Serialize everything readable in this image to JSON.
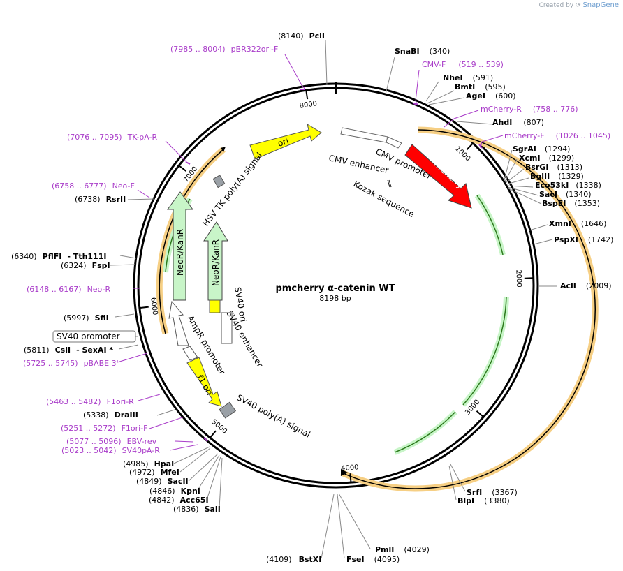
{
  "credit": {
    "prefix": "Created by",
    "brand": "SnapGene"
  },
  "plasmid": {
    "name": "pmcherry α-catenin WT",
    "length_label": "8198 bp",
    "length": 8198
  },
  "ticks": [
    {
      "label": "1000",
      "pos": 1000
    },
    {
      "label": "2000",
      "pos": 2000
    },
    {
      "label": "3000",
      "pos": 3000
    },
    {
      "label": "4000",
      "pos": 4000
    },
    {
      "label": "5000",
      "pos": 5000
    },
    {
      "label": "6000",
      "pos": 6000
    },
    {
      "label": "7000",
      "pos": 7000
    },
    {
      "label": "8000",
      "pos": 8000
    }
  ],
  "colors": {
    "mCherry": "#ff0000",
    "ori": "#ffff00",
    "f1ori": "#ffff00",
    "NeoR": "#c8f5c8",
    "promoter": "#ffffff",
    "polyA": "#9aa0a6",
    "orf": "#f0b050",
    "primer": "#a93cc9"
  },
  "enzymes_right": [
    {
      "name": "PciI",
      "pos": "(8140)"
    },
    {
      "name": "SnaBI",
      "pos": "(340)"
    },
    {
      "name": "NheI",
      "pos": "(591)"
    },
    {
      "name": "BmtI",
      "pos": "(595)"
    },
    {
      "name": "AgeI",
      "pos": "(600)"
    },
    {
      "name": "AhdI",
      "pos": "(807)"
    },
    {
      "name": "SgrAI",
      "pos": "(1294)"
    },
    {
      "name": "XcmI",
      "pos": "(1299)"
    },
    {
      "name": "BsrGI",
      "pos": "(1313)"
    },
    {
      "name": "BglII",
      "pos": "(1329)"
    },
    {
      "name": "Eco53kI",
      "pos": "(1338)"
    },
    {
      "name": "SacI",
      "pos": "(1340)"
    },
    {
      "name": "BspEI",
      "pos": "(1353)"
    },
    {
      "name": "XmnI",
      "pos": "(1646)"
    },
    {
      "name": "PspXI",
      "pos": "(1742)"
    },
    {
      "name": "AclI",
      "pos": "(2009)"
    },
    {
      "name": "SrfI",
      "pos": "(3367)"
    },
    {
      "name": "BlpI",
      "pos": "(3380)"
    },
    {
      "name": "PmlI",
      "pos": "(4029)"
    },
    {
      "name": "FseI",
      "pos": "(4095)"
    },
    {
      "name": "BstXI",
      "pos": "(4109)"
    }
  ],
  "enzymes_left": [
    {
      "name": "RsrII",
      "pos": "(6738)"
    },
    {
      "name": "PflFI",
      "pos": "(6340)",
      "extra": "- Tth111I"
    },
    {
      "name": "FspI",
      "pos": "(6324)"
    },
    {
      "name": "SfiI",
      "pos": "(5997)"
    },
    {
      "name": "CsiI",
      "pos": "(5811)",
      "extra": "- SexAI *"
    },
    {
      "name": "DraIII",
      "pos": "(5338)"
    },
    {
      "name": "HpaI",
      "pos": "(4985)"
    },
    {
      "name": "MfeI",
      "pos": "(4972)"
    },
    {
      "name": "SacII",
      "pos": "(4849)"
    },
    {
      "name": "KpnI",
      "pos": "(4846)"
    },
    {
      "name": "Acc65I",
      "pos": "(4842)"
    },
    {
      "name": "SalI",
      "pos": "(4836)"
    }
  ],
  "primers": [
    {
      "range": "(7985 .. 8004)",
      "name": "pBR322ori-F"
    },
    {
      "range": "(519 .. 539)",
      "name": "CMV-F"
    },
    {
      "range": "(758 .. 776)",
      "name": "mCherry-R"
    },
    {
      "range": "(1026 .. 1045)",
      "name": "mCherry-F"
    },
    {
      "range": "(7076 .. 7095)",
      "name": "TK-pA-R"
    },
    {
      "range": "(6758 .. 6777)",
      "name": "Neo-F"
    },
    {
      "range": "(6148 .. 6167)",
      "name": "Neo-R"
    },
    {
      "range": "(5725 .. 5745)",
      "name": "pBABE 3'"
    },
    {
      "range": "(5463 .. 5482)",
      "name": "F1ori-R"
    },
    {
      "range": "(5251 .. 5272)",
      "name": "F1ori-F"
    },
    {
      "range": "(5077 .. 5096)",
      "name": "EBV-rev"
    },
    {
      "range": "(5023 .. 5042)",
      "name": "SV40pA-R"
    }
  ],
  "boxed_label": "SV40 promoter",
  "features": {
    "ori": "ori",
    "mCherry": "mCherry",
    "neo_outer": "NeoR/KanR",
    "neo_inner": "NeoR/KanR",
    "f1ori": "f1 ori",
    "cmv_enhancer": "CMV enhancer",
    "cmv_promoter": "CMV promoter",
    "kozak": "Kozak sequence",
    "hsv_tk": "HSV TK poly(A) signal",
    "sv40_ori": "SV40 ori",
    "sv40_enh": "SV40 enhancer",
    "ampr_prom": "AmpR promoter",
    "sv40_pa": "SV40 poly(A) signal"
  }
}
